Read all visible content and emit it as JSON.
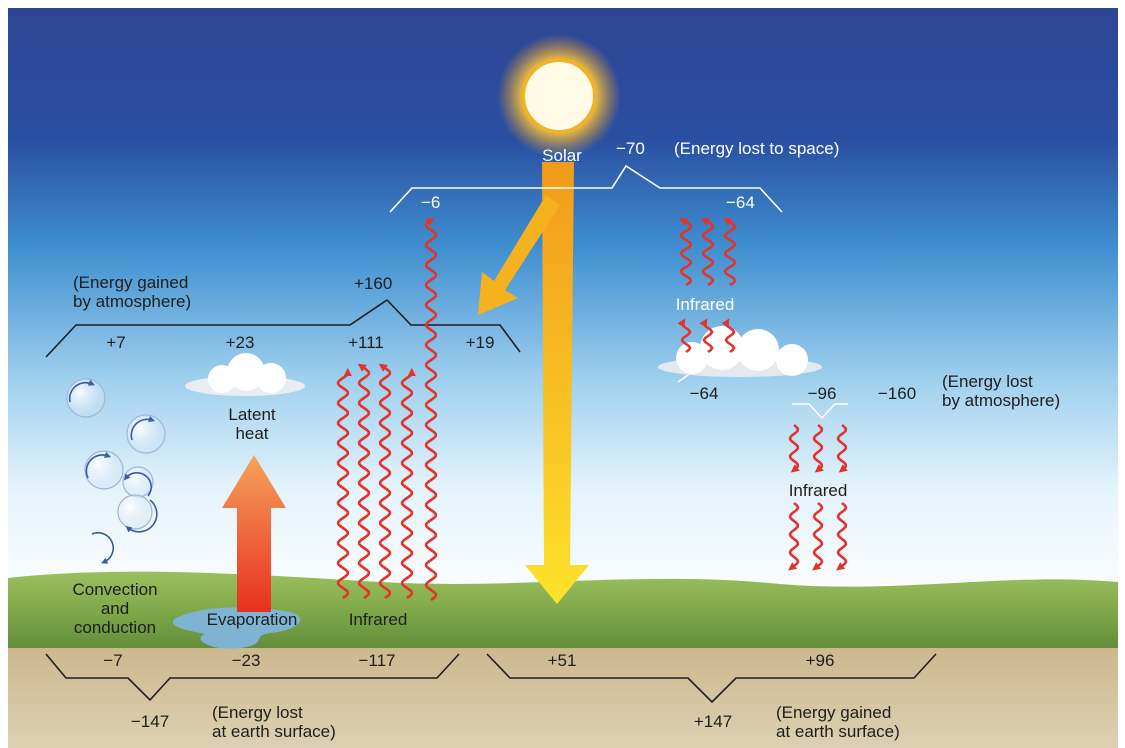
{
  "colors": {
    "sky_top": "#2f4594",
    "sky_horizon": "#ffffff",
    "grass": "#7fa84a",
    "soil": "#d8c8a4",
    "infrared_arrow": "#e3342c",
    "solar_beam": "#f6b81f",
    "latent_heat_arrow": "#ee6a2a"
  },
  "icons": [
    "sun-icon",
    "cloud-icon",
    "infrared-wave-arrow-icon",
    "convection-bubble-icon",
    "water-puddle-icon"
  ],
  "space": {
    "solar_label": "Solar",
    "lost_value": "−70",
    "lost_caption": "(Energy lost to space)",
    "left_value": "−6",
    "right_value": "−64"
  },
  "atmosphere_gain": {
    "caption": "(Energy gained\nby atmosphere)",
    "total": "+160",
    "values": [
      "+7",
      "+23",
      "+111",
      "+19"
    ]
  },
  "atmosphere_loss": {
    "infrared_label": "Infrared",
    "cloud_value": "−64",
    "down_value": "−96",
    "total": "−160",
    "caption": "(Energy lost\nby atmosphere)",
    "down_infrared_label": "Infrared"
  },
  "surface_processes": {
    "latent_heat": "Latent\nheat",
    "convection": "Convection\nand\nconduction",
    "evaporation": "Evaporation",
    "infrared": "Infrared"
  },
  "surface_loss": {
    "values": [
      "−7",
      "−23",
      "−117"
    ],
    "total": "−147",
    "caption": "(Energy lost\nat earth surface)"
  },
  "surface_gain": {
    "values": [
      "+51",
      "+96"
    ],
    "total": "+147",
    "caption": "(Energy gained\nat earth surface)"
  }
}
